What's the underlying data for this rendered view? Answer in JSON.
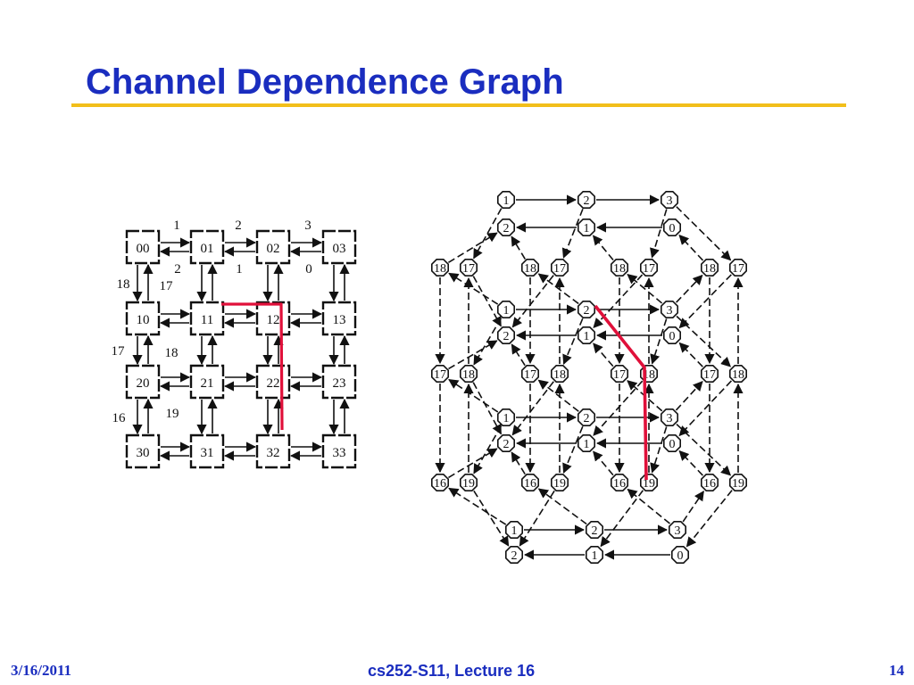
{
  "slide": {
    "title": "Channel Dependence Graph",
    "footer_date": "3/16/2011",
    "footer_course": "cs252-S11, Lecture 16",
    "footer_page": "14"
  },
  "colors": {
    "title": "#1a2dbf",
    "rule": "#f2bf1a",
    "highlight": "#e0103a",
    "ink": "#111111"
  },
  "mesh": {
    "nodes": [
      [
        "00",
        "01",
        "02",
        "03"
      ],
      [
        "10",
        "11",
        "12",
        "13"
      ],
      [
        "20",
        "21",
        "22",
        "23"
      ],
      [
        "30",
        "31",
        "32",
        "33"
      ]
    ],
    "labels": [
      "1",
      "2",
      "3",
      "2",
      "1",
      "0",
      "18",
      "17",
      "17",
      "18",
      "16",
      "19"
    ]
  },
  "cdg": {
    "row_nodes": [
      [
        "1",
        "2",
        "3"
      ],
      [
        "2",
        "1",
        "0"
      ]
    ],
    "pairs": [
      [
        "18",
        "17"
      ],
      [
        "17",
        "18"
      ],
      [
        "16",
        "19"
      ]
    ]
  }
}
